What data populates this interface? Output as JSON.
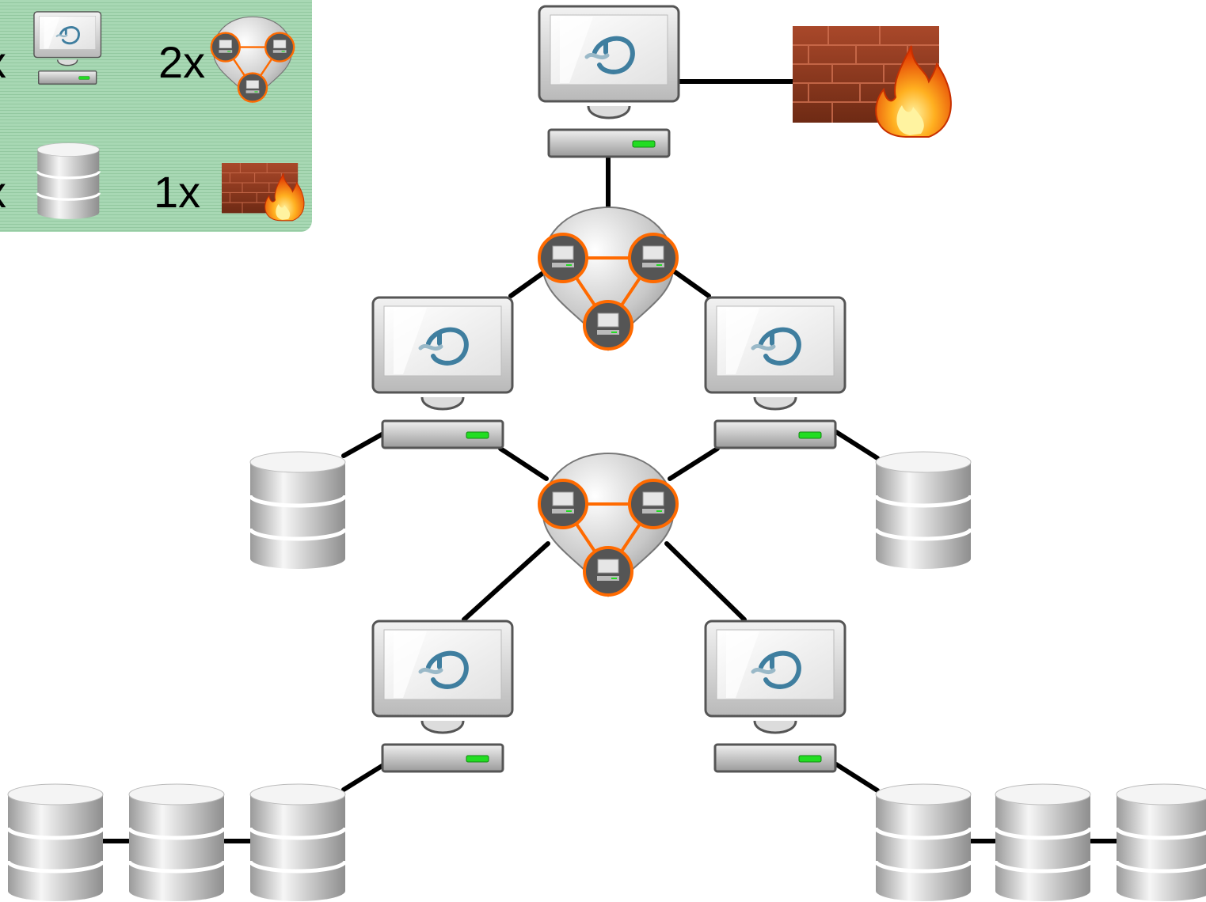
{
  "legend": {
    "background": "#a8d8b4",
    "items": [
      {
        "count": "x",
        "icon": "server-icon"
      },
      {
        "count": "2x",
        "icon": "cluster-icon"
      },
      {
        "count": "x",
        "icon": "database-icon"
      },
      {
        "count": "1x",
        "icon": "firewall-icon"
      }
    ]
  },
  "colors": {
    "link": "#000000",
    "cluster_ring": "#ff6a00",
    "server_logo": "#3f7e9f",
    "led": "#22dd22",
    "firewall_brick": "#8b3a1a"
  }
}
